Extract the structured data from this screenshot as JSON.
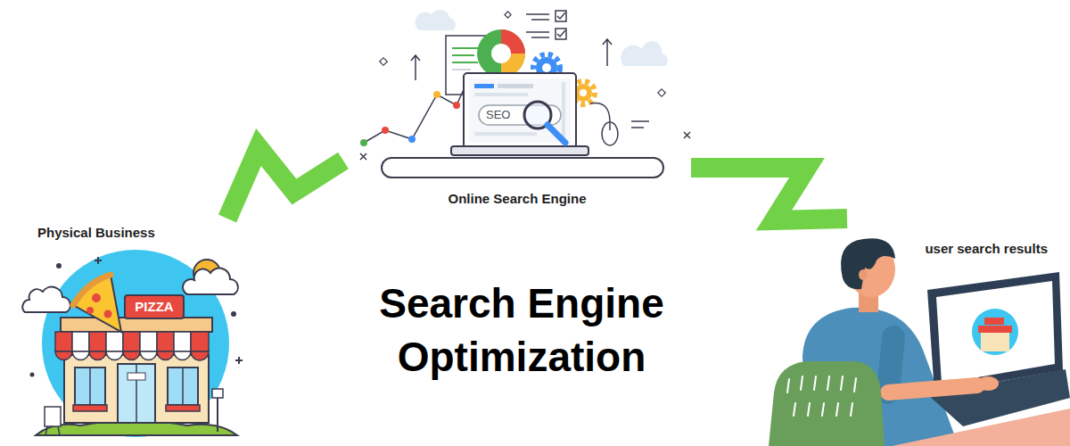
{
  "diagram": {
    "title": "Search Engine Optimization",
    "nodes": [
      {
        "text": [
          "Physical Business"
        ]
      },
      {
        "text": [
          "Online Search Engine"
        ]
      },
      {
        "text": [
          "user search results"
        ]
      }
    ],
    "edges": [
      {
        "from": 0,
        "to": 1,
        "arrow": "none"
      },
      {
        "from": 1,
        "to": 2,
        "arrow": "none"
      }
    ],
    "labels": [
      "PIZZA",
      "SEO"
    ]
  }
}
